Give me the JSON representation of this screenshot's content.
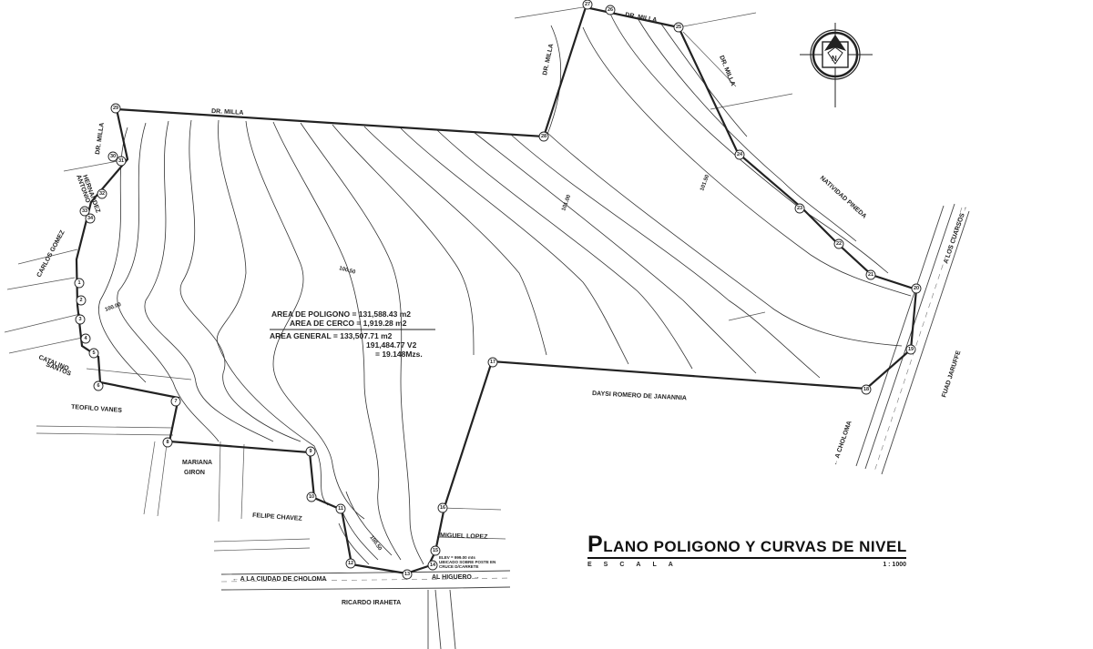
{
  "plan": {
    "title_cap": "P",
    "title_rest": "LANO POLIGONO Y CURVAS DE NIVEL",
    "scale_label": "ESCALA",
    "scale_value": "1 : 1000"
  },
  "areas": {
    "poligono": "AREA DE POLIGONO = 131,588.43 m2",
    "cerco": "AREA DE CERCO    =  1,919.28 m2",
    "general": "AREA GENERAL =   133,507.71 m2",
    "varas": "191,484.77 V2",
    "manzanas": "= 19.148Mzs."
  },
  "owners": {
    "dr_milla_top": "DR. MILLA",
    "dr_milla_right": "DR. MILLA",
    "dr_milla_mid": "DR. MILLA",
    "dr_milla_west": "DR. MILLA",
    "dr_milla_left": "DR. MILLA",
    "natividad": "NATIVIDAD PINEDA",
    "daysi": "DAYSI ROMERO DE JANANNIA",
    "teofilo": "TEOFILO VANES",
    "mariana_1": "MARIANA",
    "mariana_2": "GIRON",
    "felipe": "FELIPE CHAVEZ",
    "miguel": "MIGUEL LOPEZ",
    "ricardo": "RICARDO IRAHETA",
    "catalino_1": "CATALINO",
    "catalino_2": "SANTOS",
    "carlos": "CARLOS GOMEZ",
    "antonio_1": "ANTONIO",
    "antonio_2": "HERNANDEZ",
    "fuad": "FUAD JARUFFE"
  },
  "roads": {
    "choloma": "← A LA CIUDAD DE CHOLOMA",
    "higuero": "AL HIGUERO →",
    "a_los_cuarsos": "A LOS CUARSOS →",
    "a_choloma": "← A CHOLOMA"
  },
  "contours": {
    "c1": "100.00",
    "c2": "100.50",
    "c3": "101.00",
    "c4": "101.50",
    "c5": "100.50"
  },
  "notes": {
    "line1": "ELEV = 999.00 mts",
    "line2": "UBICADO SOBRE POSTE EN",
    "line3": "CRUCE D/CARRETE"
  },
  "vertices": [
    "1",
    "2",
    "3",
    "4",
    "5",
    "6",
    "7",
    "8",
    "9",
    "10",
    "11",
    "12",
    "13",
    "14",
    "15",
    "16",
    "17",
    "18",
    "19",
    "20",
    "21",
    "22",
    "23",
    "24",
    "25",
    "26",
    "27",
    "28",
    "29",
    "30",
    "31",
    "32",
    "33",
    "34"
  ],
  "compass": {
    "label": "N",
    "icon": "north-arrow-icon"
  }
}
